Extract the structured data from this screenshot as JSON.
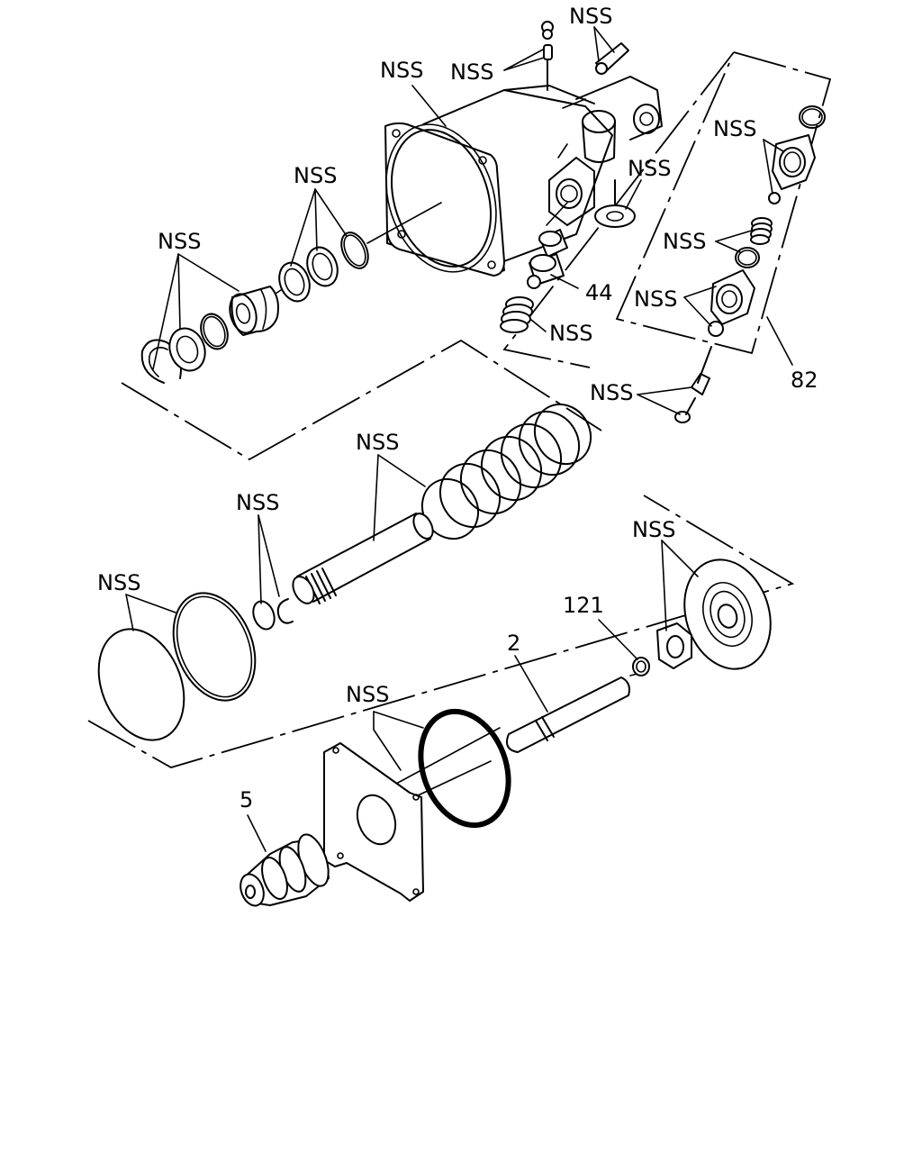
{
  "diagram": {
    "callouts": {
      "nss": "NSS",
      "part_44": "44",
      "part_82": "82",
      "part_121": "121",
      "part_2": "2",
      "part_5": "5"
    }
  }
}
